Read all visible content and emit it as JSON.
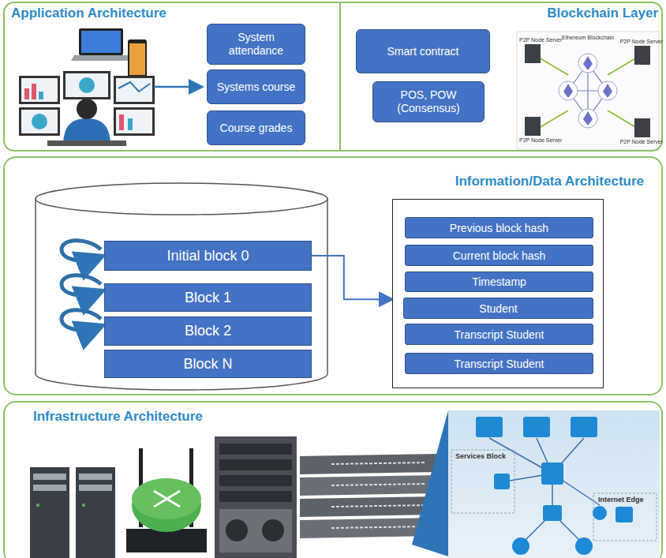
{
  "diagram": {
    "nodes": [
      {
        "text": [
          "Application Architecture"
        ]
      },
      {
        "text": [
          "System attendance"
        ],
        "in": 0
      },
      {
        "text": [
          "Systems course"
        ],
        "in": 0
      },
      {
        "text": [
          "Course grades"
        ],
        "in": 0
      },
      {
        "text": [
          "Blockchain Layer"
        ]
      },
      {
        "text": [
          "Smart contract"
        ],
        "in": 4
      },
      {
        "text": [
          "POS, POW (Consensus)"
        ],
        "in": 4
      },
      {
        "text": [
          "Information/Data Architecture"
        ]
      },
      {
        "text": [
          "Initial block 0"
        ],
        "in": 7
      },
      {
        "text": [
          "Block 1"
        ],
        "in": 7
      },
      {
        "text": [
          "Block 2"
        ],
        "in": 7
      },
      {
        "text": [
          "Block N"
        ],
        "in": 7
      },
      {
        "text": [],
        "in": 7
      },
      {
        "text": [
          "Previous block hash"
        ],
        "in": 12
      },
      {
        "text": [
          "Current block hash"
        ],
        "in": 12
      },
      {
        "text": [
          "Timestamp"
        ],
        "in": 12
      },
      {
        "text": [
          "Student"
        ],
        "in": 12
      },
      {
        "text": [
          "Transcript Student"
        ],
        "in": 12
      },
      {
        "text": [
          "Transcript Student"
        ],
        "in": 12
      },
      {
        "text": [
          "Infrastructure Architecture"
        ]
      }
    ],
    "edges": [
      {
        "from": 8,
        "to": 12,
        "arrow": "to"
      }
    ],
    "labels": [
      "Ethereum Blockchain",
      "P2P Node Server",
      "P2P Node Server",
      "P2P Node Server",
      "P2P Node Server",
      "Services Block",
      "Internet Edge"
    ]
  }
}
